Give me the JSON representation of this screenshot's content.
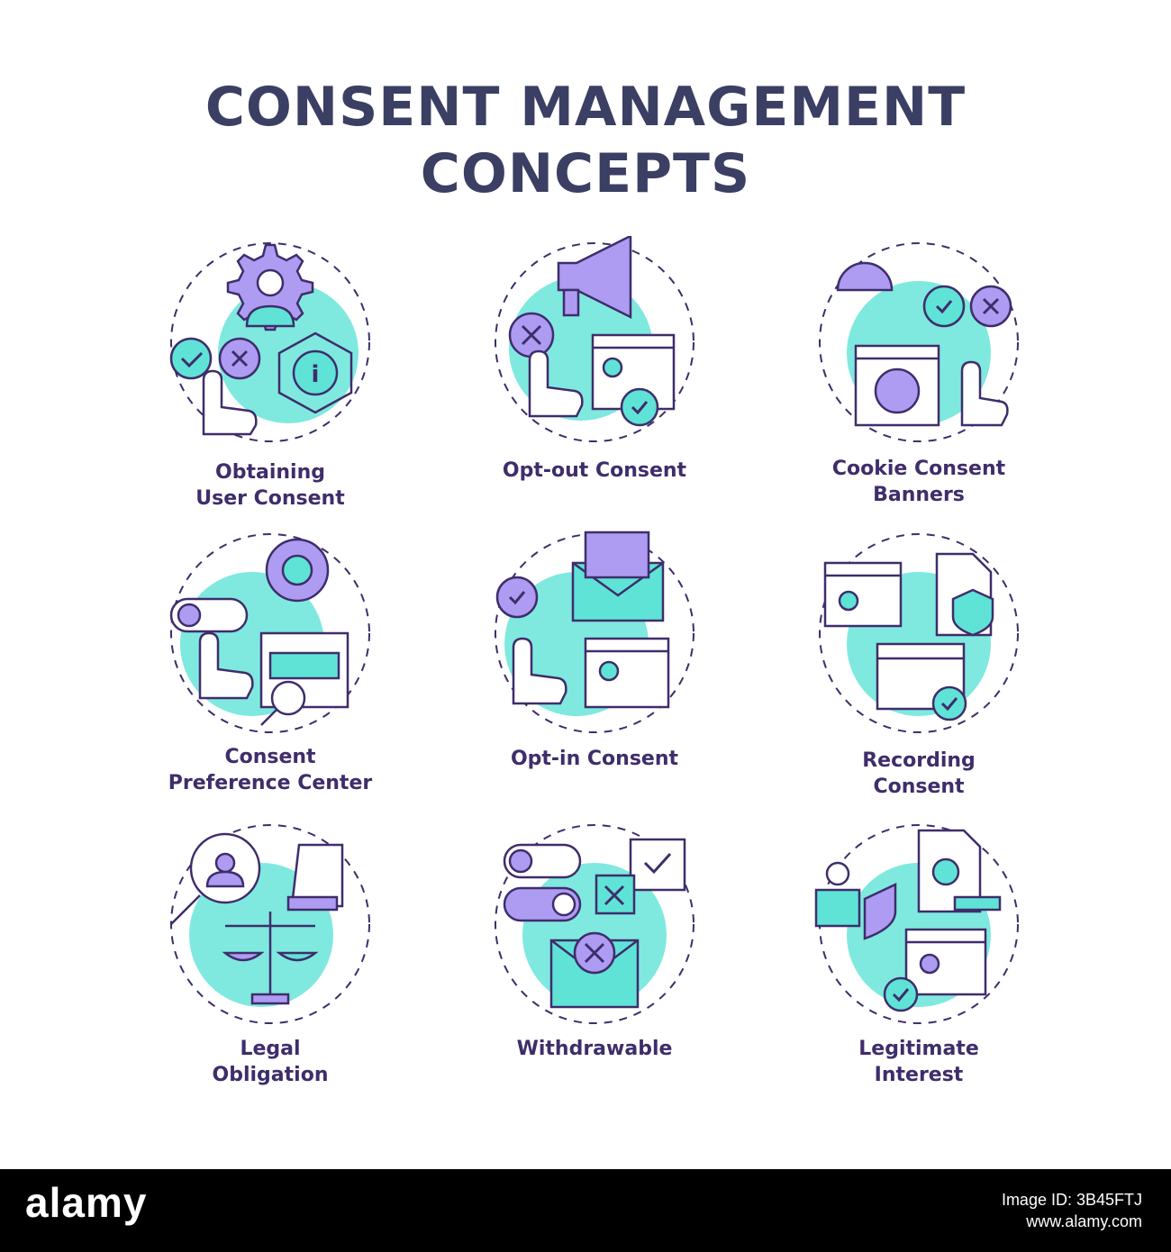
{
  "title": {
    "line1": "CONSENT MANAGEMENT",
    "line2": "CONCEPTS"
  },
  "colors": {
    "accent_teal": "#5fe3d6",
    "accent_purple": "#ae9cf2",
    "stroke": "#3f2d6b",
    "title": "#3b3f63"
  },
  "icons": [
    {
      "label_line1": "Obtaining",
      "label_line2": "User Consent",
      "icon": "obtaining-consent-icon"
    },
    {
      "label_line1": "Opt-out Consent",
      "label_line2": "",
      "icon": "opt-out-icon"
    },
    {
      "label_line1": "Cookie Consent",
      "label_line2": "Banners",
      "icon": "cookie-banner-icon"
    },
    {
      "label_line1": "Consent",
      "label_line2": "Preference Center",
      "icon": "preference-center-icon"
    },
    {
      "label_line1": "Opt-in Consent",
      "label_line2": "",
      "icon": "opt-in-icon"
    },
    {
      "label_line1": "Recording",
      "label_line2": "Consent",
      "icon": "recording-consent-icon"
    },
    {
      "label_line1": "Legal",
      "label_line2": "Obligation",
      "icon": "legal-obligation-icon"
    },
    {
      "label_line1": "Withdrawable",
      "label_line2": "",
      "icon": "withdrawable-icon"
    },
    {
      "label_line1": "Legitimate",
      "label_line2": "Interest",
      "icon": "legitimate-interest-icon"
    }
  ],
  "footer": {
    "logo": "alamy",
    "image_id": "Image ID: 3B45FTJ",
    "site": "www.alamy.com"
  }
}
